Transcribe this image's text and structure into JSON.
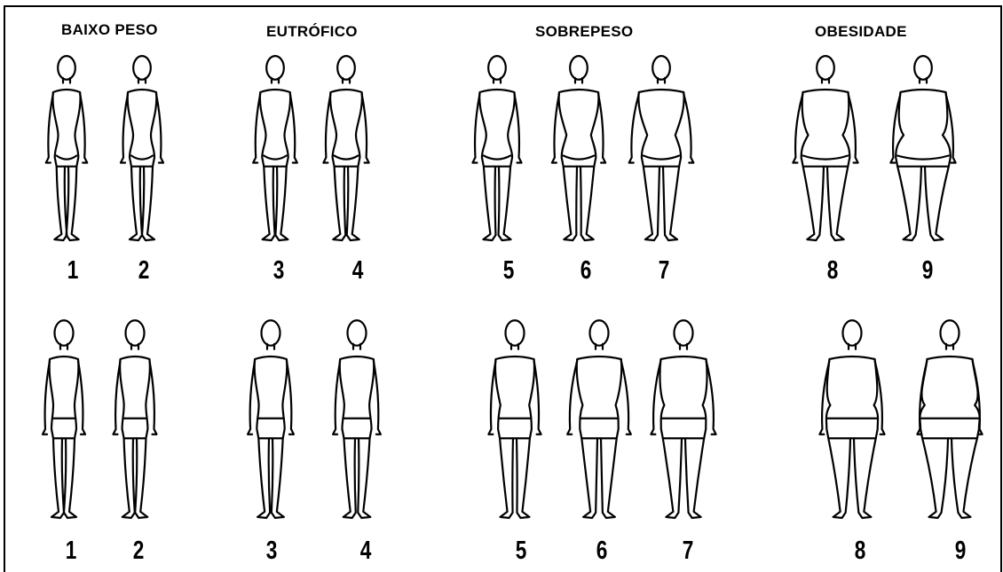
{
  "categories": {
    "baixo_peso": "BAIXO PESO",
    "eutrofico": "EUTRÓFICO",
    "sobrepeso": "SOBREPESO",
    "obesidade": "OBESIDADE"
  },
  "rows": {
    "female": {
      "numbers": [
        "1",
        "2",
        "3",
        "4",
        "5",
        "6",
        "7",
        "8",
        "9"
      ]
    },
    "male": {
      "numbers": [
        "1",
        "2",
        "3",
        "4",
        "5",
        "6",
        "7",
        "8",
        "9"
      ]
    }
  }
}
